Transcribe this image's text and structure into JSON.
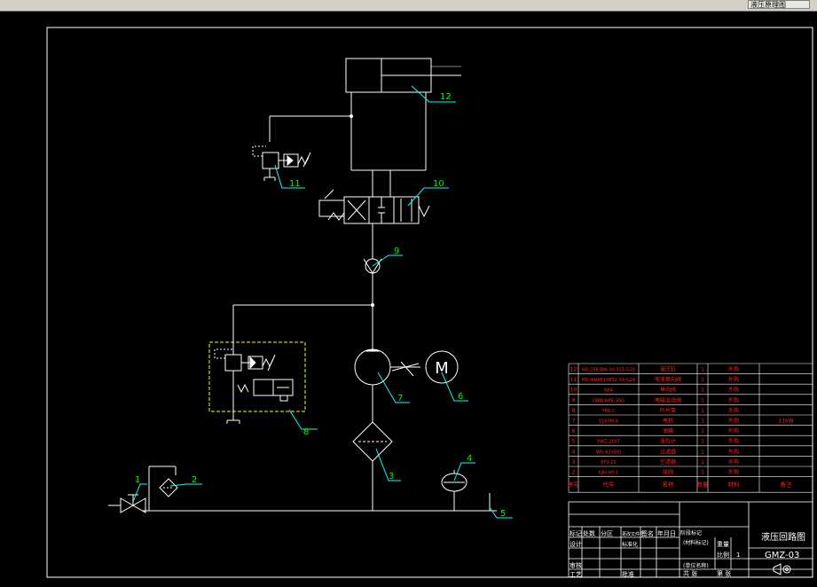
{
  "window": {
    "title_fragment": "液压原理图"
  },
  "colors": {
    "background": "#000000",
    "line": "#ffffff",
    "leader": "#00ffff",
    "label": "#00ff00",
    "module_box": "#ffff00",
    "table_text": "#ff2222",
    "table_line": "#ffffff"
  },
  "callouts": [
    "1",
    "2",
    "3",
    "4",
    "5",
    "6",
    "7",
    "8",
    "9",
    "10",
    "11",
    "12"
  ],
  "components": {
    "motor_label": "M"
  },
  "bom": {
    "rows": [
      {
        "no": "12",
        "code": "HD-2E6388-3X-315-G25",
        "name": "液压缸",
        "qty": "1",
        "material": "外购",
        "note": ""
      },
      {
        "no": "11",
        "code": "HD-4WRE16E52-3X/G24",
        "name": "电液换向阀",
        "qty": "1",
        "material": "外购",
        "note": ""
      },
      {
        "no": "10",
        "code": "S8A",
        "name": "单向阀",
        "qty": "1",
        "material": "外购",
        "note": ""
      },
      {
        "no": "9",
        "code": "DBW/H8E-30G",
        "name": "电磁溢流阀",
        "qty": "1",
        "material": "外购",
        "note": ""
      },
      {
        "no": "8",
        "code": "YB1-C",
        "name": "叶片泵",
        "qty": "1",
        "material": "外购",
        "note": ""
      },
      {
        "no": "7",
        "code": "Y160M-4",
        "name": "电机",
        "qty": "1",
        "material": "外购",
        "note": "11kW"
      },
      {
        "no": "6",
        "code": "",
        "name": "油箱",
        "qty": "1",
        "material": "外购",
        "note": ""
      },
      {
        "no": "5",
        "code": "YWZ-200T",
        "name": "液位计",
        "qty": "1",
        "material": "外购",
        "note": ""
      },
      {
        "no": "4",
        "code": "WU-63X80J",
        "name": "过滤器",
        "qty": "1",
        "material": "外购",
        "note": ""
      },
      {
        "no": "3",
        "code": "EF3-25",
        "name": "空滤器",
        "qty": "1",
        "material": "外购",
        "note": ""
      },
      {
        "no": "2",
        "code": "QJH-HP-1",
        "name": "球阀",
        "qty": "1",
        "material": "外购",
        "note": ""
      }
    ],
    "header": {
      "no": "序号",
      "code": "代号",
      "name": "名称",
      "qty": "数量",
      "material": "材料",
      "note": "备注"
    }
  },
  "title_block": {
    "drawing_title": "液压回路图",
    "drawing_number": "GMZ-03",
    "design_label": "设计",
    "check_label": "审核",
    "process_label": "工艺",
    "mark_label": "标记",
    "count_label": "处数",
    "zone_label": "分区",
    "doc_label": "更改文件号",
    "sign_label": "签名",
    "date_label": "年月日",
    "std_label": "标准化",
    "approve_label": "批准",
    "stage_label": "阶段标记",
    "weight_label": "重量",
    "scale_label": "比例",
    "scale_value": "1",
    "sheet_total": "共  张",
    "sheet_no": "第  张",
    "material_mark": "(材料标记)",
    "org_mark": "(单位名称)"
  }
}
